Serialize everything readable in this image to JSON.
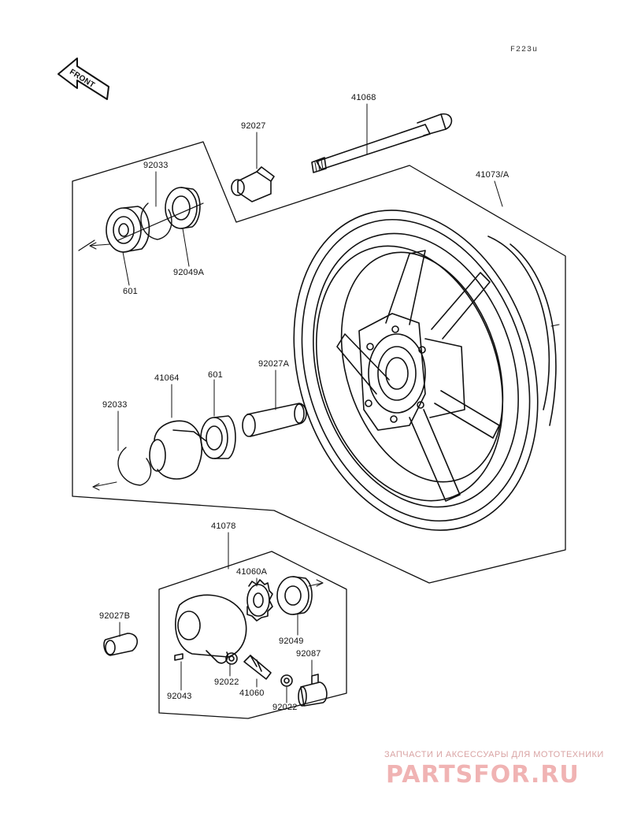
{
  "figure_code": "F223u",
  "front_label": "FRONT",
  "parts": {
    "axle": "41068",
    "wheel": "41073/A",
    "collar_top": "92027",
    "circlip_top": "92033",
    "bearing_top": "601",
    "seal_top": "92049A",
    "hub_cover": "41064",
    "bearing_mid": "601",
    "collar_long": "92027A",
    "circlip_mid": "92033",
    "gear_housing": "41078",
    "gear": "41060A",
    "collar_b": "92027B",
    "seal_bottom": "92049",
    "bushing": "92087",
    "pin": "92043",
    "washer_a": "92022",
    "pinion": "41060",
    "washer_b": "92022"
  },
  "watermark": {
    "tagline": "ЗАПЧАСТИ И АКСЕССУАРЫ ДЛЯ МОТОТЕХНИКИ",
    "brand": "PARTSFOR.RU"
  }
}
